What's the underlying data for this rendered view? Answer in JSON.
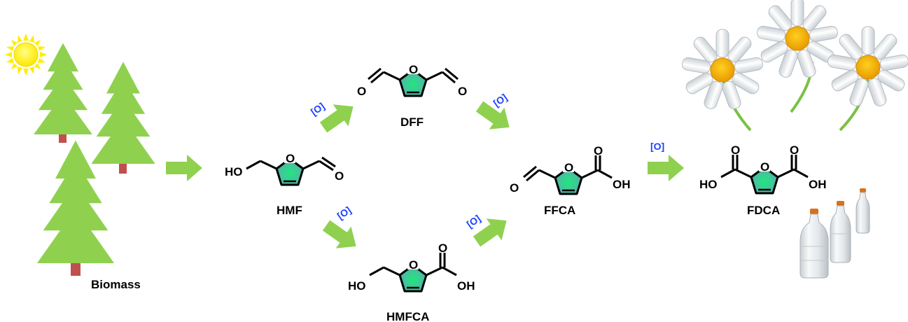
{
  "labels": {
    "biomass": "Biomass",
    "hmf": "HMF",
    "dff": "DFF",
    "hmfca": "HMFCA",
    "ffca": "FFCA",
    "fdca": "FDCA"
  },
  "oxidant": "[O]",
  "atoms": {
    "O": "O",
    "HO": "HO",
    "OH": "OH"
  },
  "colors": {
    "arrow": "#8fd14f",
    "tree": "#8fd14f",
    "trunk": "#c0504d",
    "ring_outer": "#5ba8a8",
    "ring_inner": "#1fe87a",
    "sun": "#ffee00",
    "oxidant": "#1a3fff",
    "flower_center": "#f5a800",
    "stem": "#7ac143"
  },
  "icons": [
    "sun-icon",
    "tree-icon",
    "flower-icon",
    "bottle-icon",
    "arrow-icon"
  ]
}
